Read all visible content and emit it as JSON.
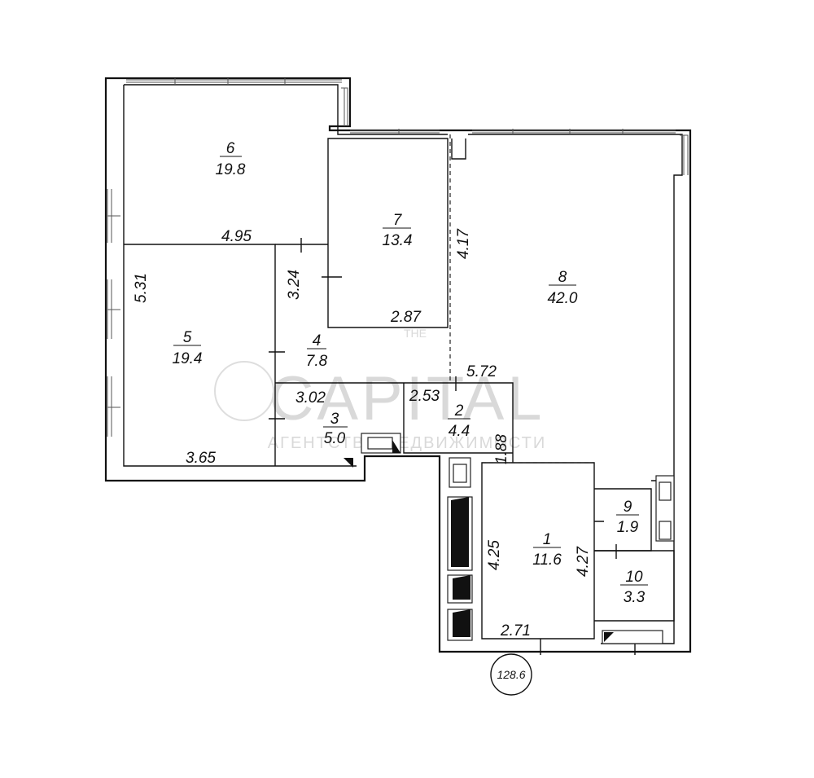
{
  "watermark": {
    "top": "THE",
    "brand": "CAPITAL",
    "sub": "АГЕНТСТВО НЕДВИЖИМОСТИ"
  },
  "rooms": [
    {
      "id": "1",
      "area": "11.6"
    },
    {
      "id": "2",
      "area": "4.4"
    },
    {
      "id": "3",
      "area": "5.0"
    },
    {
      "id": "4",
      "area": "7.8"
    },
    {
      "id": "5",
      "area": "19.4"
    },
    {
      "id": "6",
      "area": "19.8"
    },
    {
      "id": "7",
      "area": "13.4"
    },
    {
      "id": "8",
      "area": "42.0"
    },
    {
      "id": "9",
      "area": "1.9"
    },
    {
      "id": "10",
      "area": "3.3"
    }
  ],
  "dimensions": {
    "room6_width": "4.95",
    "room5_height": "5.31",
    "room4_height": "3.24",
    "room7_height": "4.17",
    "room7_width": "2.87",
    "room3_width": "3.02",
    "room2_width": "2.53",
    "hall_width": "5.72",
    "room2_height": "1.88",
    "room5_width": "3.65",
    "room1_height": "4.25",
    "room1_height_right": "4.27",
    "room1_width": "2.71"
  },
  "total_area": "128.6"
}
